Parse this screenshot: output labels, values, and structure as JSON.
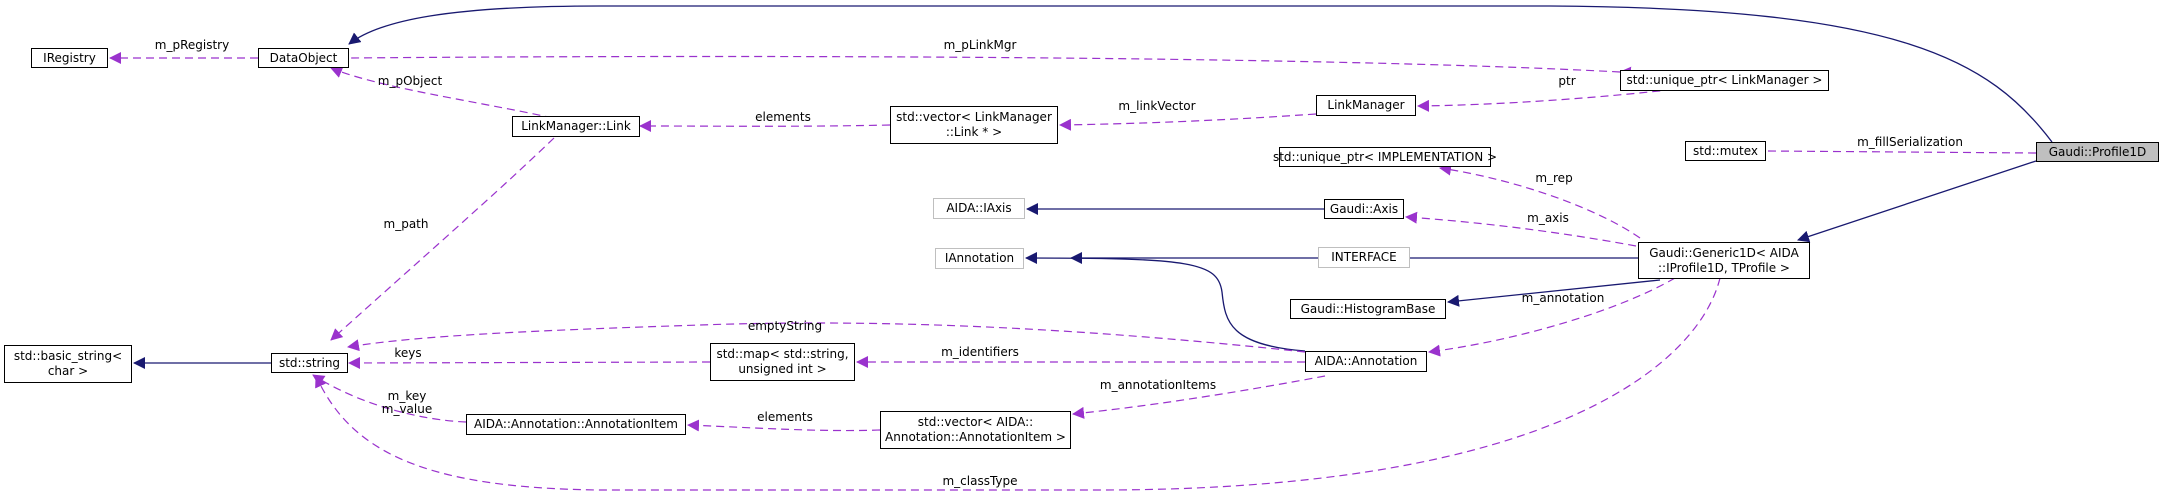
{
  "nodes": {
    "profile1d": "Gaudi::Profile1D",
    "dataobject": "DataObject",
    "iregistry": "IRegistry",
    "unique_ptr_linkmgr": "std::unique_ptr< LinkManager >",
    "std_mutex": "std::mutex",
    "linkmanager": "LinkManager",
    "linkmanager_link": "LinkManager::Link",
    "vector_link": [
      "std::vector< LinkManager",
      "::Link * >"
    ],
    "unique_ptr_impl": "std::unique_ptr< IMPLEMENTATION >",
    "aida_iaxis": "AIDA::IAxis",
    "gaudi_axis": "Gaudi::Axis",
    "iannotation": "IAnnotation",
    "interface": "INTERFACE",
    "generic1d": [
      "Gaudi::Generic1D< AIDA",
      "::IProfile1D, TProfile >"
    ],
    "histogrambase": "Gaudi::HistogramBase",
    "basic_string": [
      "std::basic_string<",
      "char >"
    ],
    "std_string": "std::string",
    "std_map": [
      "std::map< std::string,",
      "unsigned int >"
    ],
    "aida_annotation": "AIDA::Annotation",
    "annotation_item": "AIDA::Annotation::AnnotationItem",
    "vector_annotation_item": [
      "std::vector< AIDA::",
      "Annotation::AnnotationItem >"
    ]
  },
  "edge_labels": {
    "m_pRegistry": "m_pRegistry",
    "m_pLinkMgr": "m_pLinkMgr",
    "m_pObject": "m_pObject",
    "ptr": "ptr",
    "m_linkVector": "m_linkVector",
    "elements_link": "elements",
    "m_fillSerialization": "m_fillSerialization",
    "m_rep": "m_rep",
    "m_path": "m_path",
    "m_axis": "m_axis",
    "m_annotation": "m_annotation",
    "emptyString": "emptyString",
    "keys": "keys",
    "m_identifiers": "m_identifiers",
    "m_annotationItems": "m_annotationItems",
    "m_key": "m_key",
    "m_value": "m_value",
    "elements_item": "elements",
    "m_classType": "m_classType"
  },
  "colors": {
    "inheritance": "#191970",
    "usage": "#9a32cd",
    "focus_fill": "#bfbfbf",
    "external_border": "#bfbfbf"
  }
}
